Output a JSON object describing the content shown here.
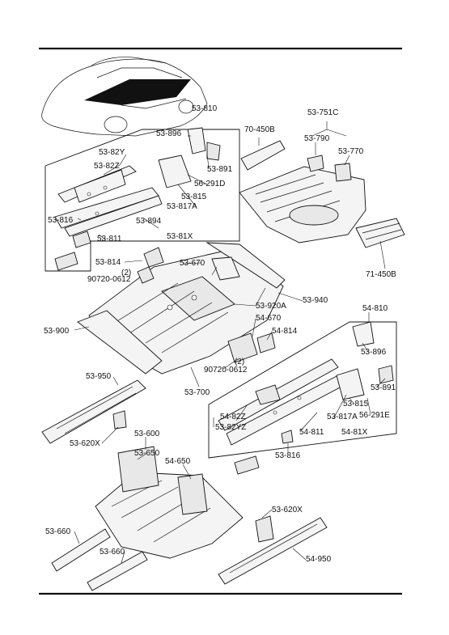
{
  "callouts": {
    "p53_810": "53-810",
    "p53_896": "53-896",
    "p53_82Y": "53-82Y",
    "p53_82Z": "53-82Z",
    "p53_891": "53-891",
    "p56_291D": "56-291D",
    "p53_815": "53-815",
    "p53_817A": "53-817A",
    "p53_816": "53-816",
    "p53_894": "53-894",
    "p53_811": "53-811",
    "p53_81X": "53-81X",
    "p70_450B": "70-450B",
    "p53_751C": "53-751C",
    "p53_790": "53-790",
    "p53_770": "53-770",
    "p71_450B": "71-450B",
    "p53_814": "53-814",
    "p53_670": "53-670",
    "p90720_0612_a": "90720-0612",
    "p2_a": "(2)",
    "p53_920A": "53-920A",
    "p53_940": "53-940",
    "p53_900": "53-900",
    "p54_670": "54-670",
    "p54_814": "54-814",
    "p90720_0612_b": "90720-0612",
    "p2_b": "(2)",
    "p53_700": "53-700",
    "p54_810": "54-810",
    "p53_896b": "53-896",
    "p53_891b": "53-891",
    "p53_815b": "53-815",
    "p53_817Ab": "53-817A",
    "p56_291E": "56-291E",
    "p54_81X": "54-81X",
    "p54_82Z": "54-82Z",
    "p53_82YZ": "53-82YZ",
    "p54_811": "54-811",
    "p53_816b": "53-816",
    "p53_950": "53-950",
    "p53_620X": "53-620X",
    "p53_600": "53-600",
    "p53_650": "53-650",
    "p54_650": "54-650",
    "p53_660a": "53-660",
    "p53_660b": "53-660",
    "p53_620Xb": "53-620X",
    "p54_950": "54-950"
  }
}
